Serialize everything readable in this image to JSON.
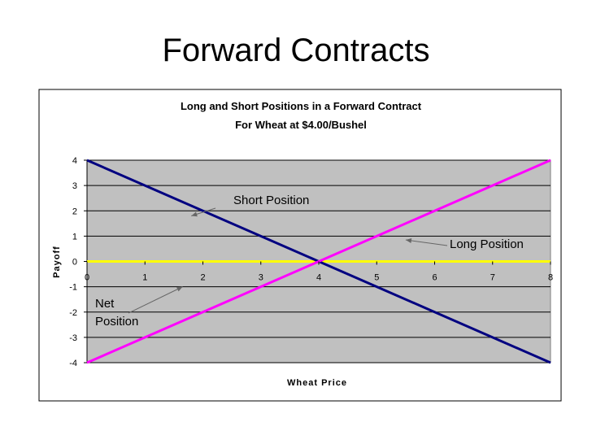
{
  "slide": {
    "title": "Forward Contracts"
  },
  "chart_data": {
    "type": "line",
    "title": "Long and Short Positions in a Forward Contract",
    "subtitle": "For Wheat at $4.00/Bushel",
    "xlabel": "Wheat Price",
    "ylabel": "Payoff",
    "xlim": [
      0,
      8
    ],
    "ylim": [
      -4,
      4
    ],
    "x_ticks": [
      "0",
      "1",
      "2",
      "3",
      "4",
      "5",
      "6",
      "7",
      "8"
    ],
    "y_ticks": [
      "4",
      "3",
      "2",
      "1",
      "0",
      "-1",
      "-2",
      "-3",
      "-4"
    ],
    "grid": true,
    "plot_background": "#c0c0c0",
    "series": [
      {
        "name": "Short Position",
        "color": "#000080",
        "x": [
          0,
          1,
          2,
          3,
          4,
          5,
          6,
          7,
          8
        ],
        "y": [
          4,
          3,
          2,
          1,
          0,
          -1,
          -2,
          -3,
          -4
        ]
      },
      {
        "name": "Long Position",
        "color": "#ff00ff",
        "x": [
          0,
          1,
          2,
          3,
          4,
          5,
          6,
          7,
          8
        ],
        "y": [
          -4,
          -3,
          -2,
          -1,
          0,
          1,
          2,
          3,
          4
        ]
      },
      {
        "name": "Net Position",
        "color": "#ffff00",
        "x": [
          0,
          1,
          2,
          3,
          4,
          5,
          6,
          7,
          8
        ],
        "y": [
          0,
          0,
          0,
          0,
          0,
          0,
          0,
          0,
          0
        ]
      }
    ],
    "annotations": [
      {
        "lines": [
          "Short Position"
        ],
        "arrow_to": [
          1.8,
          1.8
        ]
      },
      {
        "lines": [
          "Long Position"
        ],
        "arrow_to": [
          5.5,
          0.85
        ]
      },
      {
        "lines": [
          "Net",
          "Position"
        ],
        "arrow_to": [
          1.65,
          -1.0
        ]
      }
    ]
  }
}
